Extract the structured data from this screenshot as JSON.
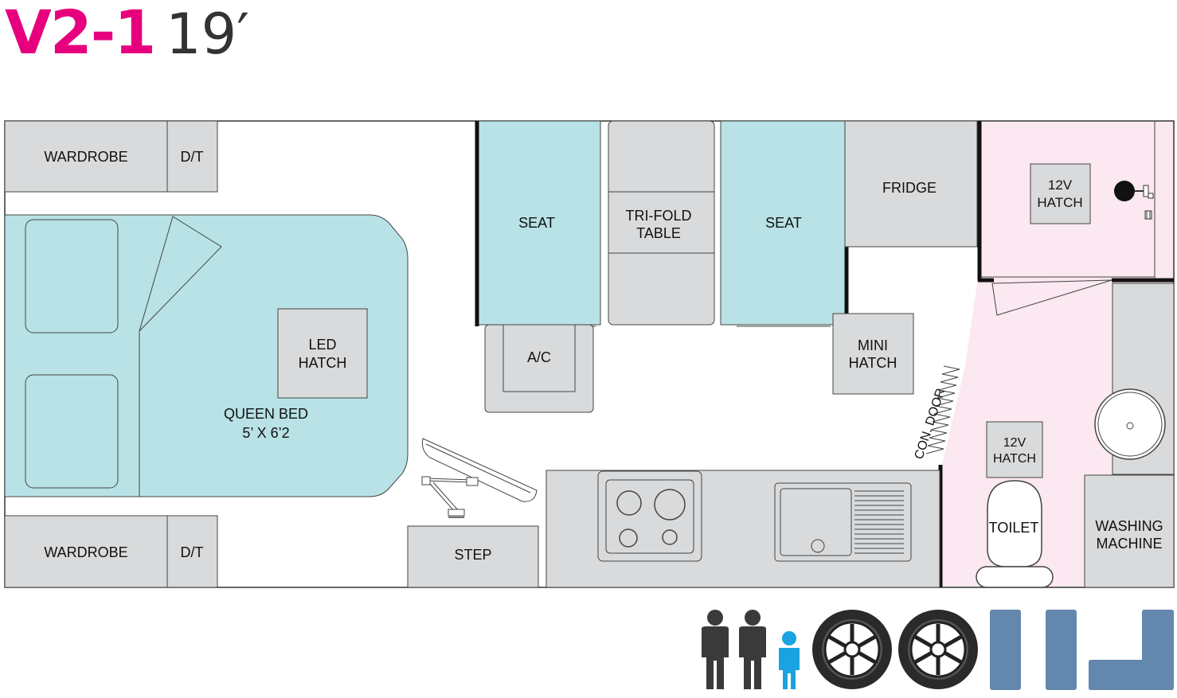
{
  "title": {
    "model": "V2-1",
    "length": "19′"
  },
  "colors": {
    "accent": "#e6007e",
    "cabinet": "#d9dadb",
    "seat": "#b8e2e6",
    "bathroom": "#fbe8f1",
    "outline": "#333333",
    "icon_adult": "#3a3a3a",
    "icon_child": "#1aa3e0",
    "icon_bed": "#6487ad"
  },
  "labels": {
    "wardrobe_top": "WARDROBE",
    "dt_top": "D/T",
    "wardrobe_bottom": "WARDROBE",
    "dt_bottom": "D/T",
    "seat_left": "SEAT",
    "table_line1": "TRI-FOLD",
    "table_line2": "TABLE",
    "seat_right": "SEAT",
    "fridge": "FRIDGE",
    "hatch_top_line1": "12V",
    "hatch_top_line2": "HATCH",
    "led_line1": "LED",
    "led_line2": "HATCH",
    "bed_line1": "QUEEN BED",
    "bed_line2": "5’ X 6’2",
    "ac": "A/C",
    "mini_line1": "MINI",
    "mini_line2": "HATCH",
    "con_door": "CON. DOOR",
    "hatch_toilet_line1": "12V",
    "hatch_toilet_line2": "HATCH",
    "toilet": "TOILET",
    "washing_line1": "WASHING",
    "washing_line2": "MACHINE",
    "step": "STEP"
  },
  "legend_icons": [
    "adult-person-icon",
    "adult-person-icon",
    "child-person-icon",
    "off-road-wheel-icon",
    "off-road-wheel-icon",
    "single-bed-icon",
    "single-bed-icon",
    "l-shaped-lounge-icon"
  ]
}
